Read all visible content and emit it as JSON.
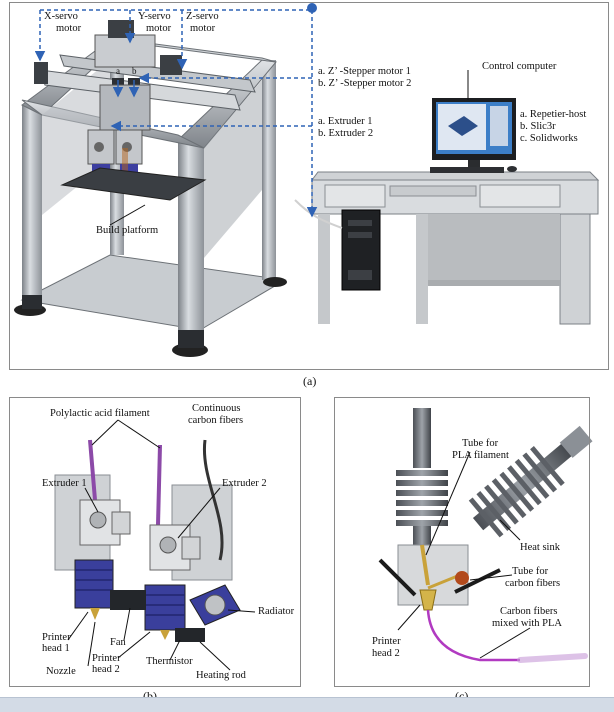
{
  "panel_a": {
    "caption": "(a)",
    "labels": {
      "x_servo": "X-servo",
      "x_motor": "motor",
      "y_servo": "Y-servo",
      "y_motor": "motor",
      "z_servo": "Z-servo",
      "z_motor": "motor",
      "stepper_1": "a. Z’ -Stepper motor 1",
      "stepper_2": "b. Z’ -Stepper motor 2",
      "extruder_1": "a. Extruder 1",
      "extruder_2": "b. Extruder 2",
      "build_platform": "Build platform",
      "control_computer": "Control computer",
      "software_a": "a. Repetier-host",
      "software_b": "b. Slic3r",
      "software_c": "c. Solidworks",
      "head_a": "a",
      "head_b": "b"
    },
    "colors": {
      "arrow": "#2f63b5"
    }
  },
  "panel_b": {
    "caption": "(b)",
    "labels": {
      "pla_filament": "Polylactic acid filament",
      "carbon_fibers_1": "Continuous",
      "carbon_fibers_2": "carbon fibers",
      "extruder_1": "Extruder 1",
      "extruder_2": "Extruder 2",
      "radiator": "Radiator",
      "printer_head_1a": "Printer",
      "printer_head_1b": "head 1",
      "fan": "Fan",
      "printer_head_2a": "Printer",
      "printer_head_2b": "head 2",
      "thermistor": "Thermistor",
      "nozzle": "Nozzle",
      "heating_rod": "Heating rod"
    }
  },
  "panel_c": {
    "caption": "(c)",
    "labels": {
      "tube_pla_1": "Tube for",
      "tube_pla_2": "PLA filament",
      "heat_sink": "Heat sink",
      "tube_cf_1": "Tube for",
      "tube_cf_2": "carbon fibers",
      "printer_head_a": "Printer",
      "printer_head_b": "head 2",
      "cf_mixed_1": "Carbon fibers",
      "cf_mixed_2": "mixed with PLA"
    }
  }
}
